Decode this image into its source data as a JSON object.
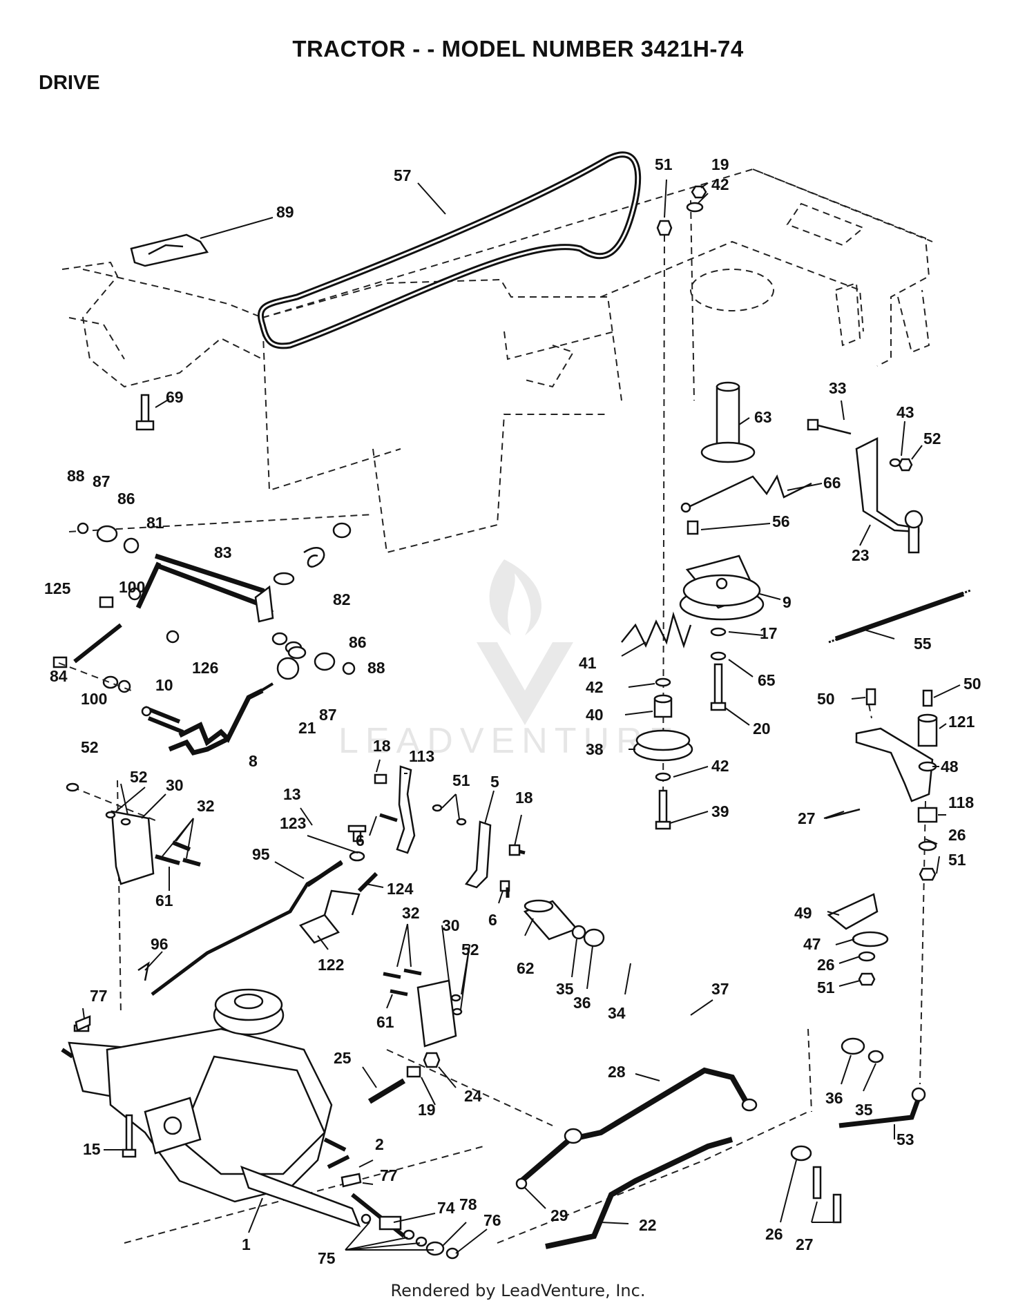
{
  "header": {
    "title": "TRACTOR - - MODEL NUMBER 3421H-74",
    "section": "DRIVE"
  },
  "footer": {
    "credit": "Rendered by LeadVenture, Inc."
  },
  "watermark": {
    "text": "LEADVENTURE"
  },
  "callouts": [
    {
      "id": "57",
      "label": "57"
    },
    {
      "id": "51a",
      "label": "51"
    },
    {
      "id": "19a",
      "label": "19"
    },
    {
      "id": "42a",
      "label": "42"
    },
    {
      "id": "89",
      "label": "89"
    },
    {
      "id": "69",
      "label": "69"
    },
    {
      "id": "63",
      "label": "63"
    },
    {
      "id": "33",
      "label": "33"
    },
    {
      "id": "43",
      "label": "43"
    },
    {
      "id": "52a",
      "label": "52"
    },
    {
      "id": "66",
      "label": "66"
    },
    {
      "id": "56",
      "label": "56"
    },
    {
      "id": "23",
      "label": "23"
    },
    {
      "id": "88a",
      "label": "88"
    },
    {
      "id": "87a",
      "label": "87"
    },
    {
      "id": "86a",
      "label": "86"
    },
    {
      "id": "81",
      "label": "81"
    },
    {
      "id": "83",
      "label": "83"
    },
    {
      "id": "82",
      "label": "82"
    },
    {
      "id": "125",
      "label": "125"
    },
    {
      "id": "100a",
      "label": "100"
    },
    {
      "id": "86b",
      "label": "86"
    },
    {
      "id": "84",
      "label": "84"
    },
    {
      "id": "126",
      "label": "126"
    },
    {
      "id": "100b",
      "label": "100"
    },
    {
      "id": "87b",
      "label": "87"
    },
    {
      "id": "88b",
      "label": "88"
    },
    {
      "id": "10",
      "label": "10"
    },
    {
      "id": "21",
      "label": "21"
    },
    {
      "id": "8",
      "label": "8"
    },
    {
      "id": "9",
      "label": "9"
    },
    {
      "id": "55",
      "label": "55"
    },
    {
      "id": "41",
      "label": "41"
    },
    {
      "id": "17",
      "label": "17"
    },
    {
      "id": "65",
      "label": "65"
    },
    {
      "id": "42b",
      "label": "42"
    },
    {
      "id": "40",
      "label": "40"
    },
    {
      "id": "20",
      "label": "20"
    },
    {
      "id": "38",
      "label": "38"
    },
    {
      "id": "42c",
      "label": "42"
    },
    {
      "id": "39",
      "label": "39"
    },
    {
      "id": "50a",
      "label": "50"
    },
    {
      "id": "50b",
      "label": "50"
    },
    {
      "id": "121",
      "label": "121"
    },
    {
      "id": "48",
      "label": "48"
    },
    {
      "id": "27a",
      "label": "27"
    },
    {
      "id": "118",
      "label": "118"
    },
    {
      "id": "26a",
      "label": "26"
    },
    {
      "id": "51b",
      "label": "51"
    },
    {
      "id": "52b",
      "label": "52"
    },
    {
      "id": "52c",
      "label": "52"
    },
    {
      "id": "30a",
      "label": "30"
    },
    {
      "id": "32a",
      "label": "32"
    },
    {
      "id": "61a",
      "label": "61"
    },
    {
      "id": "18a",
      "label": "18"
    },
    {
      "id": "113",
      "label": "113"
    },
    {
      "id": "51c",
      "label": "51"
    },
    {
      "id": "5",
      "label": "5"
    },
    {
      "id": "18b",
      "label": "18"
    },
    {
      "id": "13",
      "label": "13"
    },
    {
      "id": "123",
      "label": "123"
    },
    {
      "id": "6a",
      "label": "6"
    },
    {
      "id": "95",
      "label": "95"
    },
    {
      "id": "124",
      "label": "124"
    },
    {
      "id": "6b",
      "label": "6"
    },
    {
      "id": "49",
      "label": "49"
    },
    {
      "id": "47",
      "label": "47"
    },
    {
      "id": "26b",
      "label": "26"
    },
    {
      "id": "51d",
      "label": "51"
    },
    {
      "id": "96",
      "label": "96"
    },
    {
      "id": "122",
      "label": "122"
    },
    {
      "id": "32b",
      "label": "32"
    },
    {
      "id": "30b",
      "label": "30"
    },
    {
      "id": "52d",
      "label": "52"
    },
    {
      "id": "62",
      "label": "62"
    },
    {
      "id": "35a",
      "label": "35"
    },
    {
      "id": "36a",
      "label": "36"
    },
    {
      "id": "34",
      "label": "34"
    },
    {
      "id": "37",
      "label": "37"
    },
    {
      "id": "61b",
      "label": "61"
    },
    {
      "id": "77a",
      "label": "77"
    },
    {
      "id": "25",
      "label": "25"
    },
    {
      "id": "24",
      "label": "24"
    },
    {
      "id": "19b",
      "label": "19"
    },
    {
      "id": "28",
      "label": "28"
    },
    {
      "id": "36b",
      "label": "36"
    },
    {
      "id": "35b",
      "label": "35"
    },
    {
      "id": "53",
      "label": "53"
    },
    {
      "id": "15",
      "label": "15"
    },
    {
      "id": "2",
      "label": "2"
    },
    {
      "id": "77b",
      "label": "77"
    },
    {
      "id": "74",
      "label": "74"
    },
    {
      "id": "29",
      "label": "29"
    },
    {
      "id": "22",
      "label": "22"
    },
    {
      "id": "26c",
      "label": "26"
    },
    {
      "id": "27b",
      "label": "27"
    },
    {
      "id": "1",
      "label": "1"
    },
    {
      "id": "78",
      "label": "78"
    },
    {
      "id": "76",
      "label": "76"
    },
    {
      "id": "75",
      "label": "75"
    }
  ]
}
